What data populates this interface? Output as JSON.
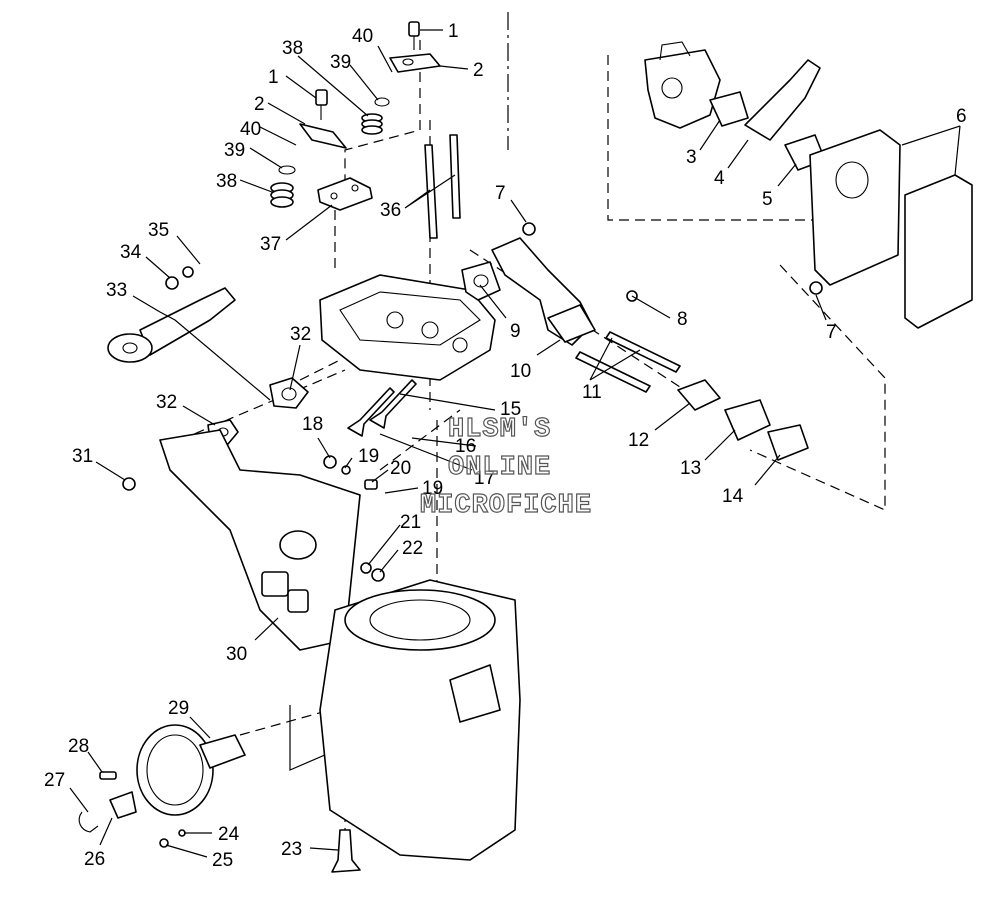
{
  "callouts": [
    {
      "id": "c1a",
      "label": "1"
    },
    {
      "id": "c2a",
      "label": "2"
    },
    {
      "id": "c40a",
      "label": "40"
    },
    {
      "id": "c38a",
      "label": "38"
    },
    {
      "id": "c39a",
      "label": "39"
    },
    {
      "id": "c1b",
      "label": "1"
    },
    {
      "id": "c2b",
      "label": "2"
    },
    {
      "id": "c40b",
      "label": "40"
    },
    {
      "id": "c39b",
      "label": "39"
    },
    {
      "id": "c38b",
      "label": "38"
    },
    {
      "id": "c36",
      "label": "36"
    },
    {
      "id": "c37",
      "label": "37"
    },
    {
      "id": "c35",
      "label": "35"
    },
    {
      "id": "c34",
      "label": "34"
    },
    {
      "id": "c33",
      "label": "33"
    },
    {
      "id": "c32a",
      "label": "32"
    },
    {
      "id": "c32b",
      "label": "32"
    },
    {
      "id": "c31",
      "label": "31"
    },
    {
      "id": "c30",
      "label": "30"
    },
    {
      "id": "c7a",
      "label": "7"
    },
    {
      "id": "c9",
      "label": "9"
    },
    {
      "id": "c8",
      "label": "8"
    },
    {
      "id": "c10",
      "label": "10"
    },
    {
      "id": "c11",
      "label": "11"
    },
    {
      "id": "c12",
      "label": "12"
    },
    {
      "id": "c13",
      "label": "13"
    },
    {
      "id": "c14",
      "label": "14"
    },
    {
      "id": "c15",
      "label": "15"
    },
    {
      "id": "c16",
      "label": "16"
    },
    {
      "id": "c17",
      "label": "17"
    },
    {
      "id": "c18",
      "label": "18"
    },
    {
      "id": "c19a",
      "label": "19"
    },
    {
      "id": "c20",
      "label": "20"
    },
    {
      "id": "c19b",
      "label": "19"
    },
    {
      "id": "c21",
      "label": "21"
    },
    {
      "id": "c22",
      "label": "22"
    },
    {
      "id": "c3",
      "label": "3"
    },
    {
      "id": "c4",
      "label": "4"
    },
    {
      "id": "c5",
      "label": "5"
    },
    {
      "id": "c6",
      "label": "6"
    },
    {
      "id": "c7b",
      "label": "7"
    },
    {
      "id": "c29",
      "label": "29"
    },
    {
      "id": "c28",
      "label": "28"
    },
    {
      "id": "c27",
      "label": "27"
    },
    {
      "id": "c26",
      "label": "26"
    },
    {
      "id": "c24",
      "label": "24"
    },
    {
      "id": "c25",
      "label": "25"
    },
    {
      "id": "c23",
      "label": "23"
    }
  ],
  "watermark": {
    "line1": "HLSM'S",
    "line2": "ONLINE",
    "line3": "MICROFICHE"
  }
}
